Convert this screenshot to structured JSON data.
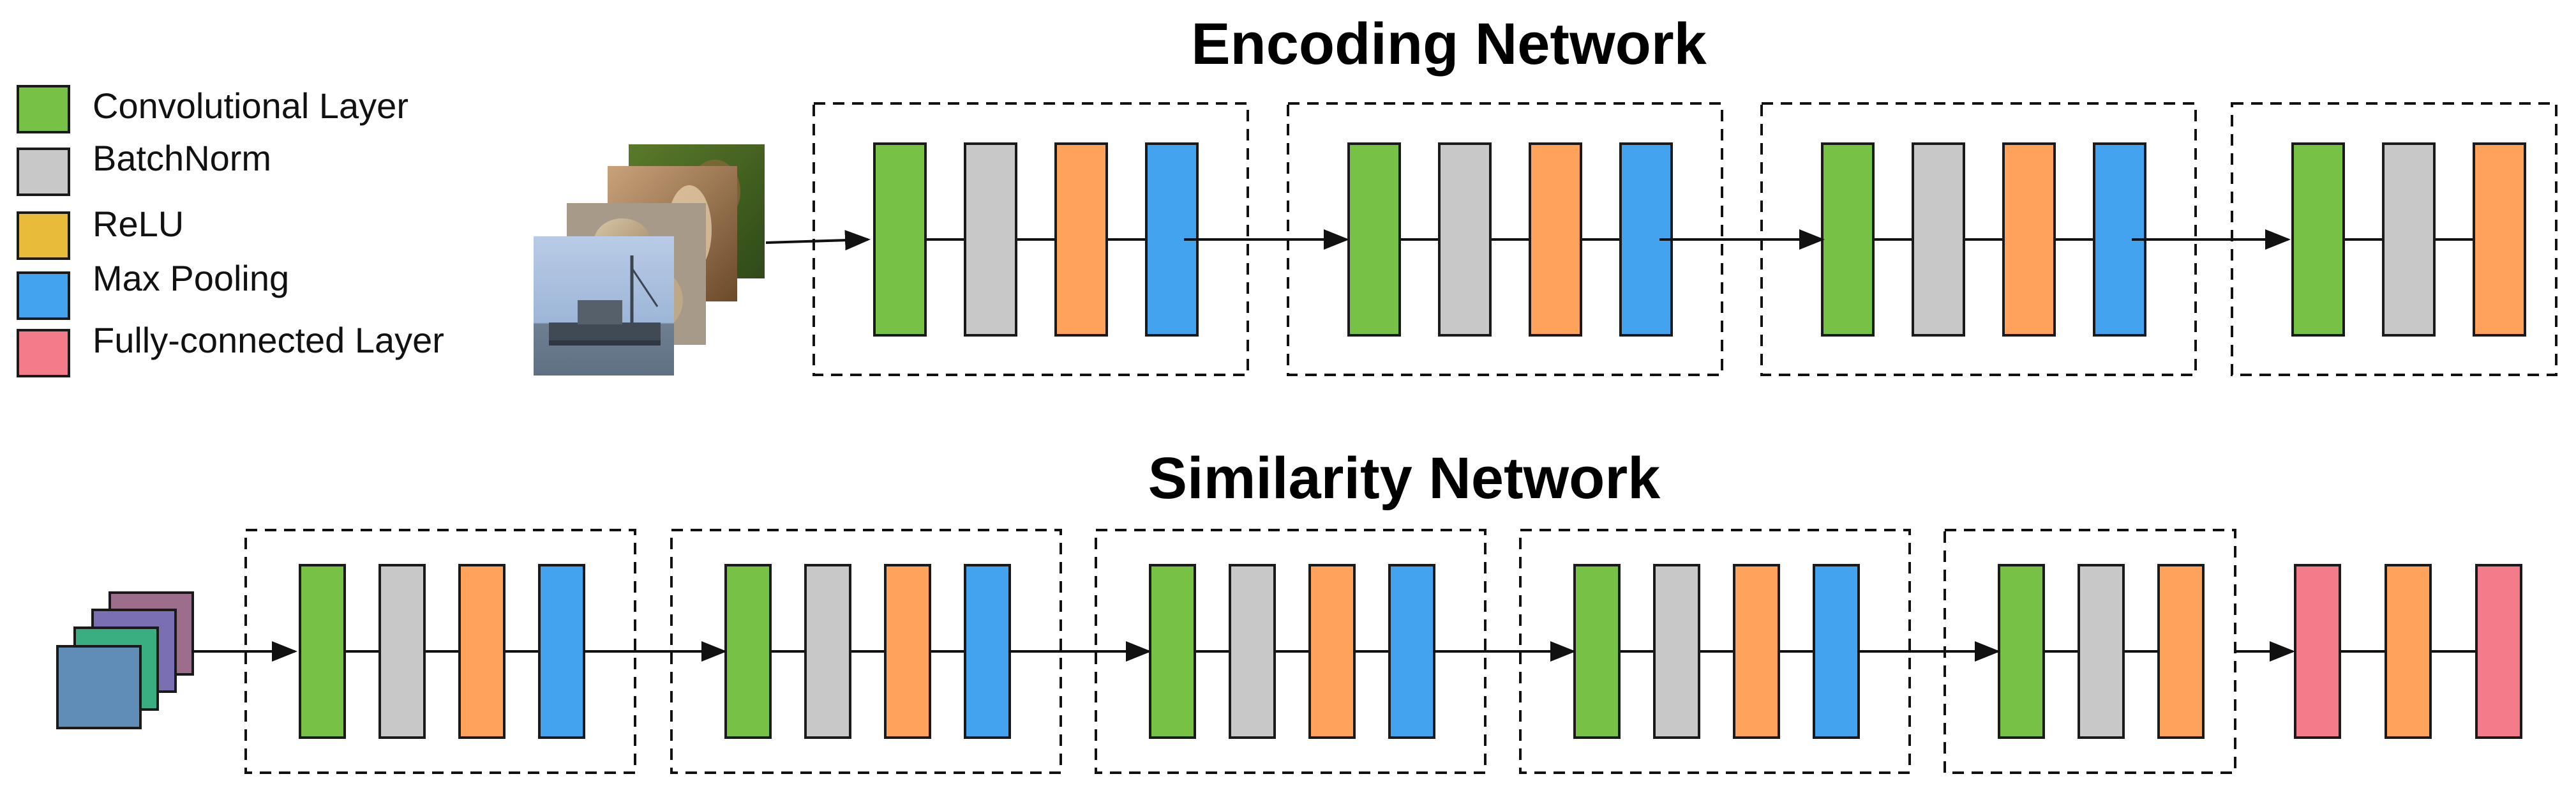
{
  "colors": {
    "conv": "#77c244",
    "batchnorm": "#c8c8c8",
    "relu_legend": "#e8bb3a",
    "relu_block": "#ffa35c",
    "maxpool": "#44a3ef",
    "fc": "#f47b8a",
    "border": "#1a1a1a"
  },
  "legend": {
    "items": [
      {
        "key": "conv",
        "label": "Convolutional Layer"
      },
      {
        "key": "batchnorm",
        "label": "BatchNorm"
      },
      {
        "key": "relu_legend",
        "label": "ReLU"
      },
      {
        "key": "maxpool",
        "label": "Max Pooling"
      },
      {
        "key": "fc",
        "label": "Fully-connected Layer"
      }
    ]
  },
  "encoding": {
    "title": "Encoding Network",
    "groups": [
      [
        "conv",
        "batchnorm",
        "relu_block",
        "maxpool"
      ],
      [
        "conv",
        "batchnorm",
        "relu_block",
        "maxpool"
      ],
      [
        "conv",
        "batchnorm",
        "relu_block",
        "maxpool"
      ],
      [
        "conv",
        "batchnorm",
        "relu_block"
      ]
    ],
    "input": "image-stack"
  },
  "similarity": {
    "title": "Similarity Network",
    "groups": [
      [
        "conv",
        "batchnorm",
        "relu_block",
        "maxpool"
      ],
      [
        "conv",
        "batchnorm",
        "relu_block",
        "maxpool"
      ],
      [
        "conv",
        "batchnorm",
        "relu_block",
        "maxpool"
      ],
      [
        "conv",
        "batchnorm",
        "relu_block",
        "maxpool"
      ],
      [
        "conv",
        "batchnorm",
        "relu_block"
      ]
    ],
    "head": [
      "fc",
      "relu_block",
      "fc"
    ],
    "input_stack_colors": [
      "#9c6e8c",
      "#7a6fb0",
      "#3aae80",
      "#5f8db8"
    ]
  }
}
